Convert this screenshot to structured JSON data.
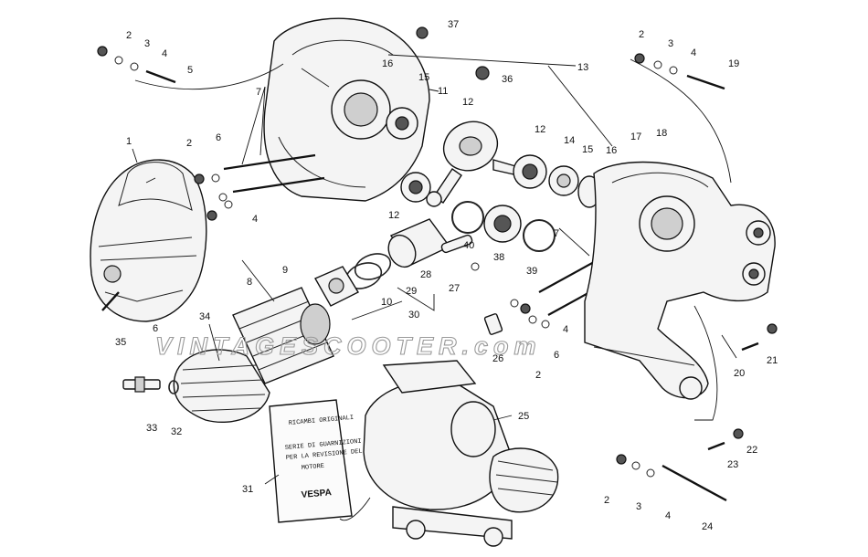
{
  "watermark": "VINTAGESCOOTER.com",
  "gasket_packet": {
    "header": "RICAMBI ORIGINALI",
    "lines": [
      "SERIE DI GUARNIZIONI",
      "PER LA REVISIONE DEL",
      "MOTORE"
    ],
    "brand": "VESPA"
  },
  "callouts": {
    "n1": "1",
    "n2": "2",
    "n3": "3",
    "n4": "4",
    "n5": "5",
    "n6": "6",
    "n7": "7",
    "n8": "8",
    "n9": "9",
    "n10": "10",
    "n11": "11",
    "n12": "12",
    "n13": "13",
    "n14": "14",
    "n15": "15",
    "n16": "16",
    "n17": "17",
    "n18": "18",
    "n19": "19",
    "n20": "20",
    "n21": "21",
    "n22": "22",
    "n23": "23",
    "n24": "24",
    "n25": "25",
    "n26": "26",
    "n27": "27",
    "n28": "28",
    "n29": "29",
    "n30": "30",
    "n31": "31",
    "n32": "32",
    "n33": "33",
    "n34": "34",
    "n35": "35",
    "n36": "36",
    "n37": "37",
    "n38": "38",
    "n39": "39",
    "n40": "40"
  }
}
